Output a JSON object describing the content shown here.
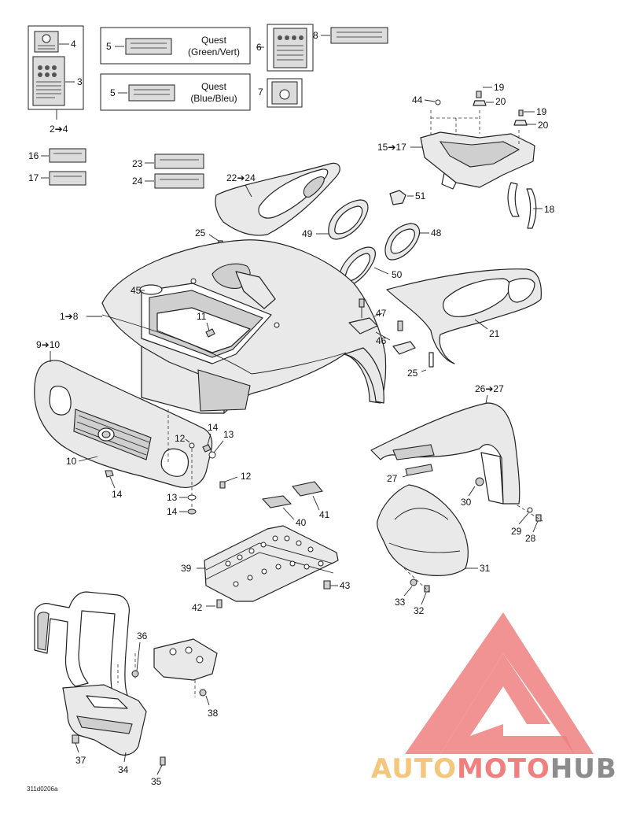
{
  "diagram": {
    "reference_code": "311d0206a",
    "watermark": {
      "part1": "AUTO",
      "part2": "MOTO",
      "part3": "HUB",
      "color_red": "#f08080",
      "color_yellow": "#f5c77e",
      "color_gray": "#8c8c8c"
    },
    "quest_labels": {
      "green_line1": "Quest",
      "green_line2": "(Green/Vert)",
      "blue_line1": "Quest",
      "blue_line2": "(Blue/Bleu)"
    },
    "callouts": {
      "c4": "4",
      "c3": "3",
      "c2_4": "2➔4",
      "c5a": "5",
      "c5b": "5",
      "c6": "6",
      "c7": "7",
      "c8": "8",
      "c16": "16",
      "c17": "17",
      "c23": "23",
      "c24": "24",
      "c19a": "19",
      "c20a": "20",
      "c19b": "19",
      "c20b": "20",
      "c44": "44",
      "c15_17": "15➔17",
      "c18": "18",
      "c22_24": "22➔24",
      "c51": "51",
      "c49": "49",
      "c48": "48",
      "c25a": "25",
      "c50": "50",
      "c45": "45",
      "c1_8": "1➔8",
      "c47": "47",
      "c11": "11",
      "c46": "46",
      "c21": "21",
      "c9_10": "9➔10",
      "c25b": "25",
      "c26_27": "26➔27",
      "c14a": "14",
      "c12a": "12",
      "c13a": "13",
      "c10": "10",
      "c12b": "12",
      "c27": "27",
      "c14b": "14",
      "c13b": "13",
      "c14c": "14",
      "c30": "30",
      "c40": "40",
      "c41": "41",
      "c29": "29",
      "c28": "28",
      "c39": "39",
      "c43": "43",
      "c31": "31",
      "c42": "42",
      "c33": "33",
      "c32": "32",
      "c36": "36",
      "c38": "38",
      "c37": "37",
      "c34": "34",
      "c35": "35"
    }
  }
}
